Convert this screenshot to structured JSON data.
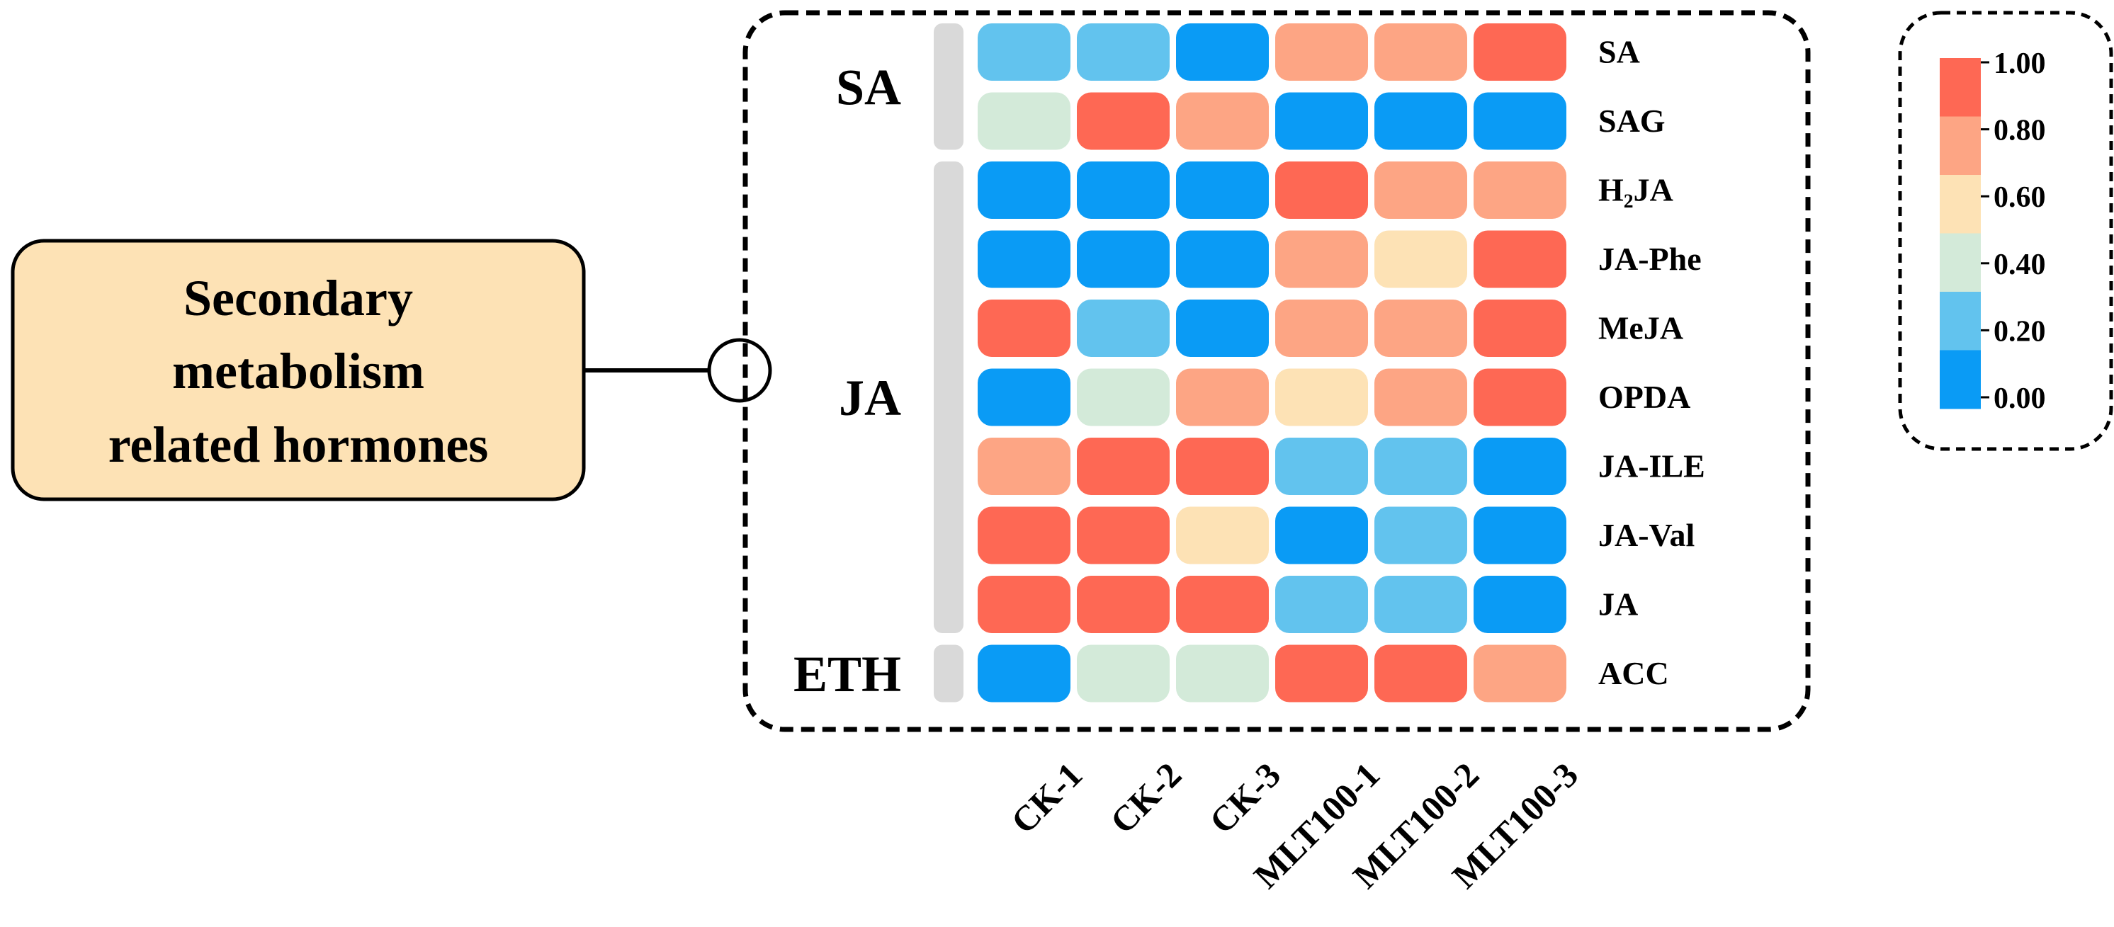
{
  "title_box": {
    "lines": [
      "Secondary",
      "metabolism",
      "related hormones"
    ],
    "fill": "#FDE2B5"
  },
  "colors": {
    "c0": "#0A9BF5",
    "c1": "#62C3EE",
    "c2": "#D3EAD9",
    "c3": "#FDE2B5",
    "c4": "#FDA584",
    "c5": "#FE6854",
    "group_bar": "#D9D9D9"
  },
  "chart_data": {
    "type": "heatmap",
    "columns": [
      "CK-1",
      "CK-2",
      "CK-3",
      "MLT100-1",
      "MLT100-2",
      "MLT100-3"
    ],
    "rows": [
      "SA",
      "SAG",
      "H₂JA",
      "JA-Phe",
      "MeJA",
      "OPDA",
      "JA-ILE",
      "JA-Val",
      "JA",
      "ACC"
    ],
    "groups": [
      {
        "name": "SA",
        "start": 0,
        "end": 1
      },
      {
        "name": "JA",
        "start": 2,
        "end": 8
      },
      {
        "name": "ETH",
        "start": 9,
        "end": 9
      }
    ],
    "values": [
      [
        0.2,
        0.2,
        0.0,
        0.8,
        0.8,
        1.0
      ],
      [
        0.4,
        1.0,
        0.8,
        0.0,
        0.0,
        0.0
      ],
      [
        0.0,
        0.0,
        0.0,
        1.0,
        0.8,
        0.8
      ],
      [
        0.0,
        0.0,
        0.0,
        0.8,
        0.6,
        1.0
      ],
      [
        1.0,
        0.2,
        0.0,
        0.8,
        0.8,
        1.0
      ],
      [
        0.0,
        0.4,
        0.8,
        0.6,
        0.8,
        1.0
      ],
      [
        0.8,
        1.0,
        1.0,
        0.2,
        0.2,
        0.0
      ],
      [
        1.0,
        1.0,
        0.6,
        0.0,
        0.2,
        0.0
      ],
      [
        1.0,
        1.0,
        1.0,
        0.2,
        0.2,
        0.0
      ],
      [
        0.0,
        0.4,
        0.4,
        1.0,
        1.0,
        0.8
      ]
    ],
    "legend": {
      "ticks": [
        "1.00",
        "0.80",
        "0.60",
        "0.40",
        "0.20",
        "0.00"
      ],
      "range": [
        0,
        1
      ]
    }
  }
}
